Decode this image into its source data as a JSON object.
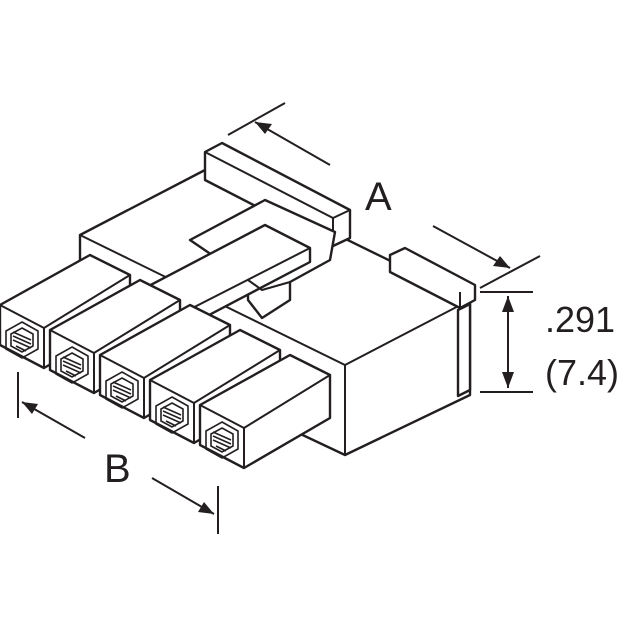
{
  "diagram": {
    "dimension_a_label": "A",
    "dimension_b_label": "B",
    "height_inch": ".291",
    "height_mm": "(7.4)",
    "pin_count": 5
  },
  "colors": {
    "ink": "#231f20",
    "background": "#ffffff"
  }
}
